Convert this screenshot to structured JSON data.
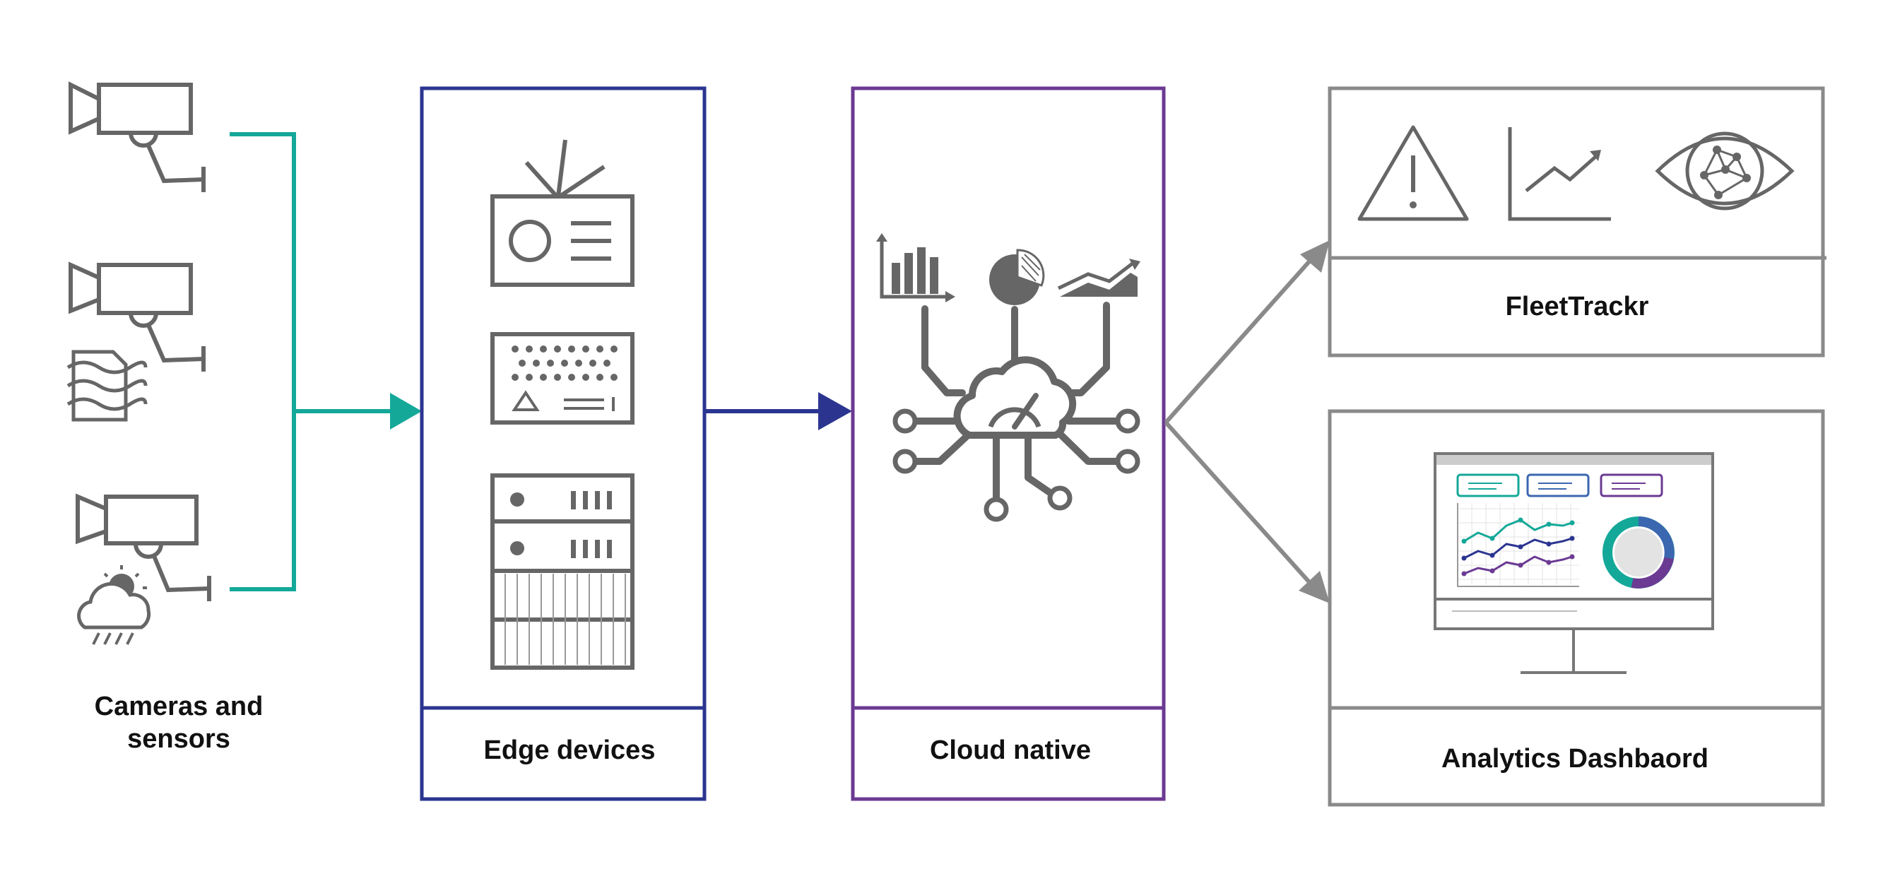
{
  "labels": {
    "cameras_line1": "Cameras and",
    "cameras_line2": "sensors",
    "edge": "Edge devices",
    "cloud": "Cloud native",
    "fleet": "FleetTrackr",
    "analytics": "Analytics Dashbaord"
  },
  "colors": {
    "icon_gray": "#666666",
    "box_gray": "#8a8a8a",
    "teal": "#14a899",
    "navy": "#2b3590",
    "purple": "#6b3a93",
    "blue": "#3b67b0",
    "text": "#111111"
  },
  "icons": [
    "camera-icon",
    "wind-sensor-icon",
    "weather-icon",
    "radio-icon",
    "keypad-device-icon",
    "server-rack-icon",
    "bar-chart-icon",
    "pie-chart-icon",
    "area-chart-icon",
    "cloud-gauge-icon",
    "warning-icon",
    "line-chart-icon",
    "eye-network-icon",
    "monitor-dashboard-icon"
  ]
}
